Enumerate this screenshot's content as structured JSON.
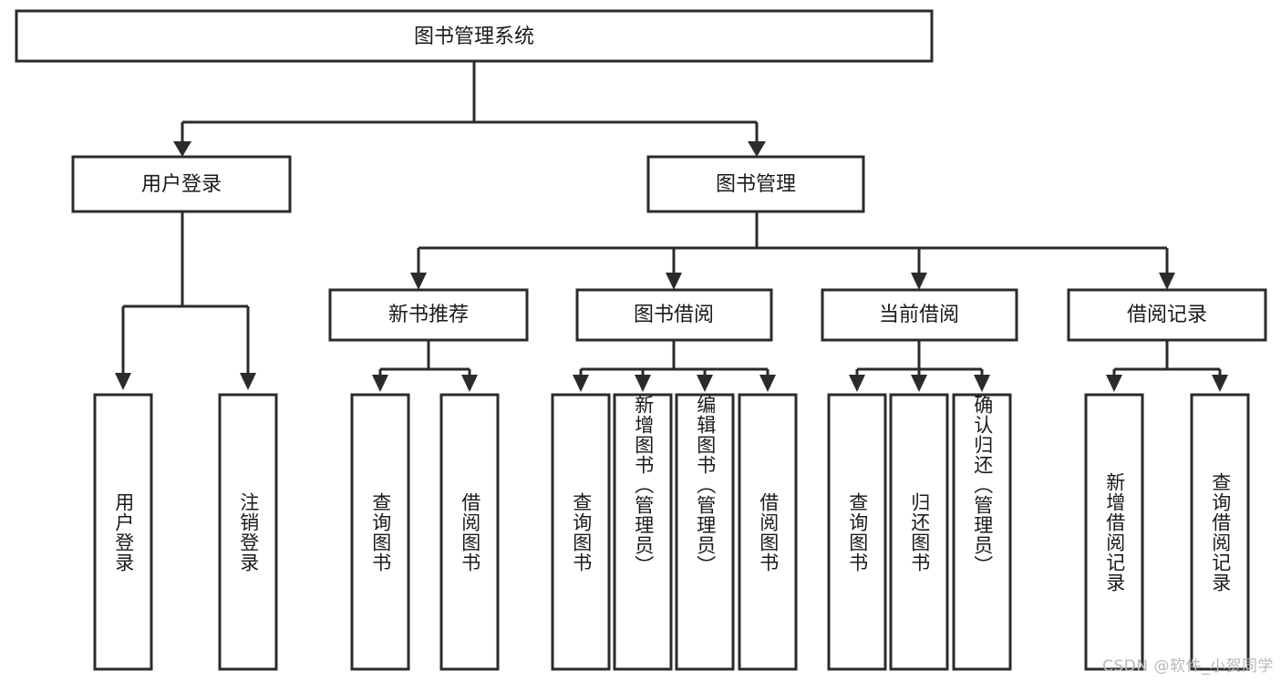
{
  "diagram": {
    "type": "tree-hierarchy",
    "title": "图书管理系统",
    "watermark": "CSDN @软件_小贺同学",
    "colors": {
      "stroke": "#2b2b2b",
      "fill": "#ffffff",
      "text": "#1a1a1a",
      "watermark": "#b9b9b9"
    },
    "levels": {
      "root": {
        "label": "图书管理系统"
      },
      "level2": [
        {
          "label": "用户登录"
        },
        {
          "label": "图书管理"
        }
      ],
      "level3": [
        {
          "label": "新书推荐"
        },
        {
          "label": "图书借阅"
        },
        {
          "label": "当前借阅"
        },
        {
          "label": "借阅记录"
        }
      ]
    },
    "leaves": {
      "user_login": [
        {
          "label": "用户登录"
        },
        {
          "label": "注销登录"
        }
      ],
      "new_book_recommend": [
        {
          "label": "查询图书"
        },
        {
          "label": "借阅图书"
        }
      ],
      "book_borrow": [
        {
          "label": "查询图书"
        },
        {
          "label": "新增图书（管理员）"
        },
        {
          "label": "编辑图书（管理员）"
        },
        {
          "label": "借阅图书"
        }
      ],
      "current_borrow": [
        {
          "label": "查询图书"
        },
        {
          "label": "归还图书"
        },
        {
          "label": "确认归还（管理员）"
        }
      ],
      "borrow_record": [
        {
          "label": "新增借阅记录"
        },
        {
          "label": "查询借阅记录"
        }
      ]
    }
  }
}
